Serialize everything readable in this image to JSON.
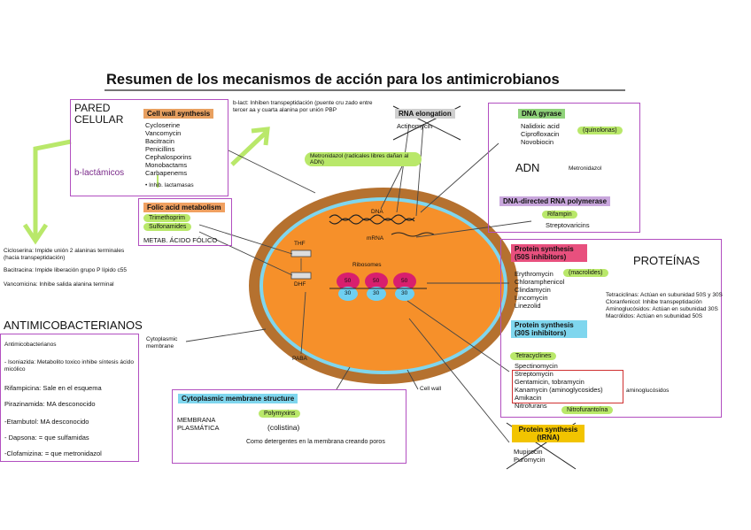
{
  "title": "Resumen de los mecanismos de acción para los antimicrobianos",
  "colors": {
    "frame": "#b24fc0",
    "green": "#b9e86a",
    "cell_outer": "#b5712f",
    "cell_inner": "#f6902a",
    "cyan": "#7fd6ee",
    "ribosome_red": "#d81f6e",
    "ribosome_blue": "#6ecff1"
  },
  "cell_wall": {
    "section_label": "PARED CELULAR",
    "header": "Cell wall synthesis",
    "drugs": [
      "Cycloserine",
      "Vancomycin",
      "Bacitracin",
      "Penicillins",
      "Cephalosporins",
      "Monobactams",
      "Carbapenems"
    ],
    "group_label": "b-lactámicos",
    "footnote": "• Inhib. lactamasas",
    "note": "b-lact: Inhiben transpeptidación (puente cru zado entre tercer aa y cuarta alanina por unión PBP"
  },
  "left_notes": {
    "cicloserina": "Cicloserina: Impide unión 2 alaninas terminales (hacia transpeptidación)",
    "bacitracina": "Bacitracina: Impide liberación grupo P lípido c55",
    "vancomicina": "Vancomicina: Inhibe salida alanina terminal"
  },
  "rna_elongation": {
    "header": "RNA elongation",
    "drug": "Actinomycin"
  },
  "metronidazol_pill": "Metronidazol (radicales libres dañan al ADN)",
  "dna": {
    "header": "DNA gyrase",
    "drugs": [
      "Nalidixic acid",
      "Ciprofloxacin",
      "Novobiocin"
    ],
    "group_label": "(quinolonas)",
    "section_label": "ADN",
    "side_note": "Metronidazol",
    "rna_pol_header": "DNA-directed RNA polymerase",
    "rna_pol_drugs": [
      "Rifampin",
      "Streptovaricins"
    ]
  },
  "folic": {
    "header": "Folic acid metabolism",
    "drugs": [
      "Trimethoprim",
      "Sulfonamides"
    ],
    "section_label": "METAB. ÁCIDO FÓLICO"
  },
  "cell_labels": {
    "dna": "DNA",
    "mrna": "mRNA",
    "thf": "THF",
    "dhf": "DHF",
    "ribosomes": "Ribosomes",
    "r50": "50",
    "r30": "30"
  },
  "outer_labels": {
    "cytoplasmic_membrane": "Cytoplasmic membrane",
    "paba": "PABA",
    "cell_wall": "Cell wall"
  },
  "proteins": {
    "section_label": "PROTEÍNAS",
    "header_50s": "Protein synthesis (50S inhibitors)",
    "drugs_50s": [
      "Erythromycin",
      "Chloramphenicol",
      "Clindamycin",
      "Lincomycin",
      "Linezolid"
    ],
    "macrolides": "(macrolides)",
    "note_lines": [
      "Tetraciclinas: Actúan en subunidad 50S y 30S",
      "Cloranfenicol: Inhibe transpeptidación",
      "Aminoglucósidos: Actúan en subunidad 30S",
      "Macrólidos: Actúan en subunidad 50S"
    ],
    "header_30s": "Protein synthesis (30S inhibitors)",
    "drugs_30s": [
      "Tetracyclines",
      "Spectinomycin",
      "Streptomycin",
      "Gentamicin, tobramycin",
      "Kanamycin (aminoglycosides)",
      "Amikacin",
      "Nitrofurans"
    ],
    "aminoglucosidos": "aminoglucósidos",
    "nitrofurantoina": "Nitrofurantoína",
    "trna_header": "Protein synthesis (tRNA)",
    "trna_drugs": [
      "Mupirocin",
      "Puromycin"
    ]
  },
  "antimyco": {
    "title": "ANTIMICOBACTERIANOS",
    "lines": [
      "Antimicobacterianos",
      "- Isoniazida: Metabolito toxico inhibe síntesis ácido micólico",
      "Rifampicina: Sale en el esquema",
      "Pirazinamida: MA desconocido",
      "-Etambutol: MA desconocido",
      "- Dapsona: = que sulfamidas",
      "-Clofamizina: = que metronidazol"
    ]
  },
  "membrane": {
    "header": "Cytoplasmic membrane structure",
    "section_label": "MEMBRANA PLASMÁTICA",
    "drug": "Polymyxins",
    "drug_note": "(colistina)",
    "note": "Como detergentes en la membrana creando poros"
  }
}
